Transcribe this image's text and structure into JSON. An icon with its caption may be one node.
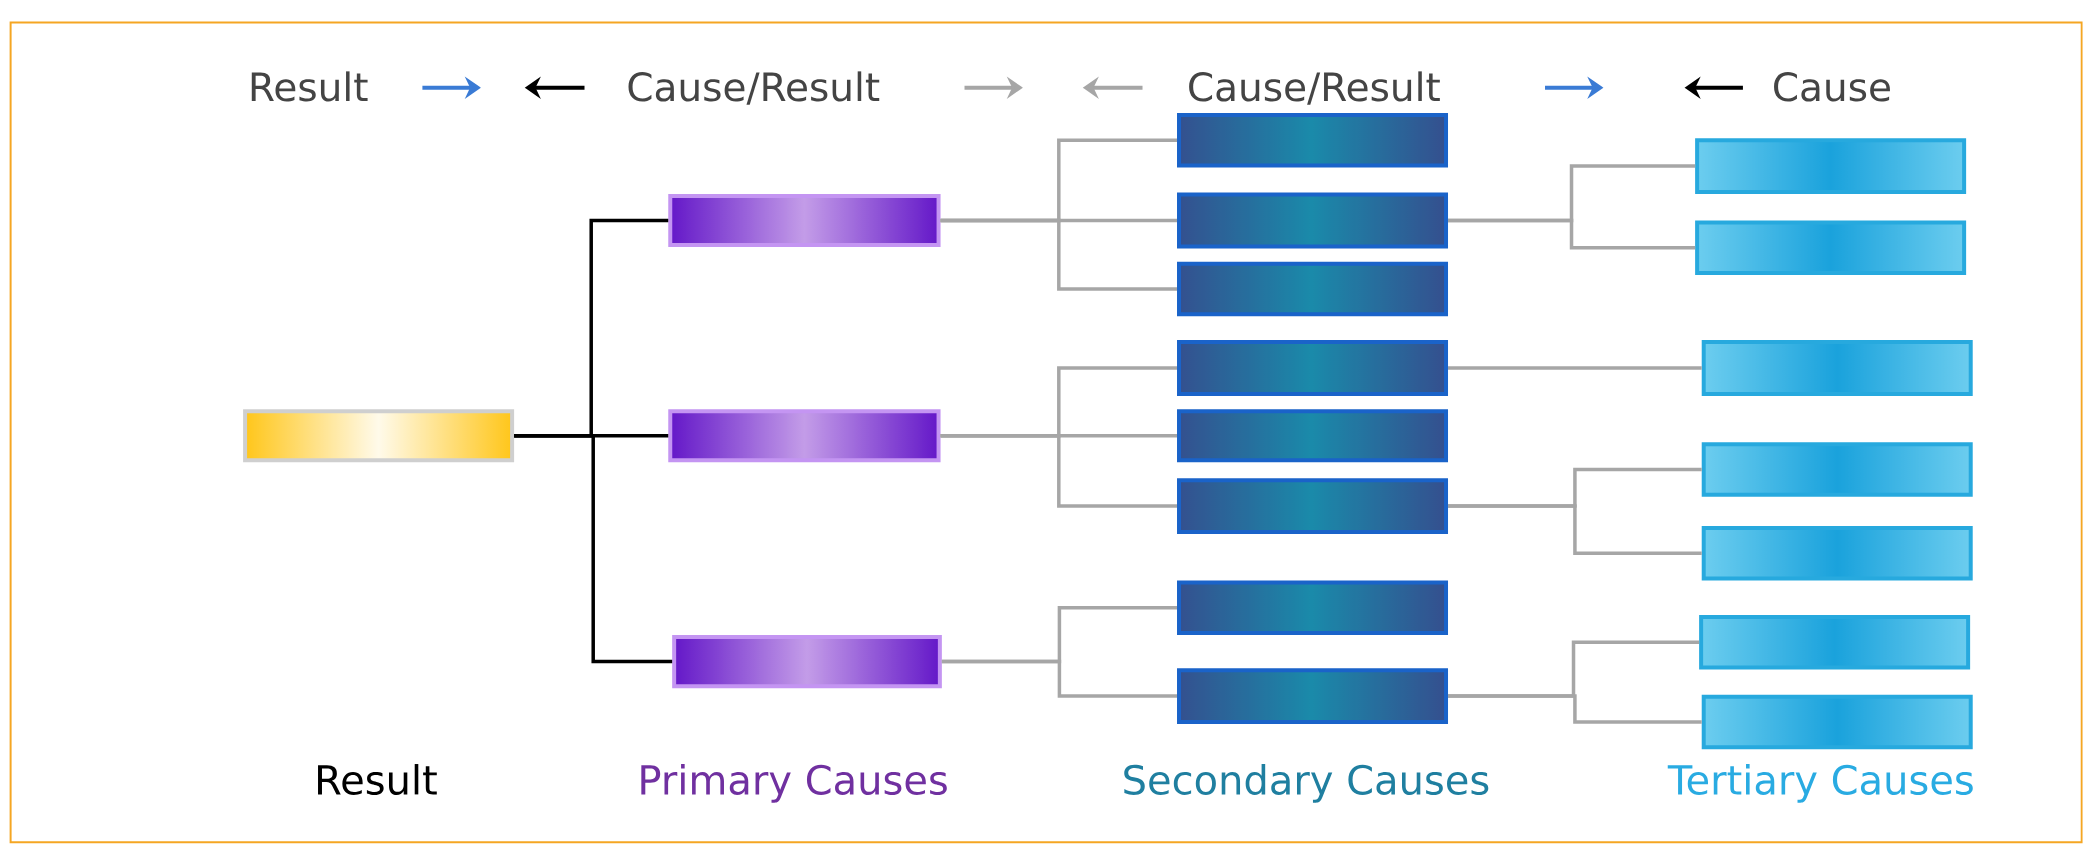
{
  "diagram": {
    "nodes": [
      {
        "text": [],
        "shape": "box"
      },
      {
        "text": [],
        "shape": "box"
      },
      {
        "text": [],
        "shape": "box"
      },
      {
        "text": [],
        "shape": "box"
      },
      {
        "text": [],
        "shape": "box"
      },
      {
        "text": [],
        "shape": "box"
      },
      {
        "text": [],
        "shape": "box"
      },
      {
        "text": [],
        "shape": "box"
      },
      {
        "text": [],
        "shape": "box"
      },
      {
        "text": [],
        "shape": "box"
      },
      {
        "text": [],
        "shape": "box"
      },
      {
        "text": [],
        "shape": "box"
      },
      {
        "text": [],
        "shape": "box"
      },
      {
        "text": [],
        "shape": "box"
      },
      {
        "text": [],
        "shape": "box"
      },
      {
        "text": [],
        "shape": "box"
      },
      {
        "text": [],
        "shape": "box"
      },
      {
        "text": [],
        "shape": "box"
      },
      {
        "text": [],
        "shape": "box"
      }
    ],
    "edges": [
      {
        "from": 0,
        "to": 1,
        "arrow": "none",
        "color": "#000000"
      },
      {
        "from": 0,
        "to": 2,
        "arrow": "none",
        "color": "#000000"
      },
      {
        "from": 0,
        "to": 3,
        "arrow": "none",
        "color": "#000000"
      },
      {
        "from": 1,
        "to": 4,
        "arrow": "none"
      },
      {
        "from": 1,
        "to": 5,
        "arrow": "none"
      },
      {
        "from": 1,
        "to": 6,
        "arrow": "none"
      },
      {
        "from": 2,
        "to": 7,
        "arrow": "none"
      },
      {
        "from": 2,
        "to": 8,
        "arrow": "none"
      },
      {
        "from": 2,
        "to": 9,
        "arrow": "none"
      },
      {
        "from": 3,
        "to": 10,
        "arrow": "none"
      },
      {
        "from": 3,
        "to": 11,
        "arrow": "none"
      },
      {
        "from": 5,
        "to": 12,
        "arrow": "none"
      },
      {
        "from": 5,
        "to": 13,
        "arrow": "none"
      },
      {
        "from": 7,
        "to": 14,
        "arrow": "none"
      },
      {
        "from": 9,
        "to": 15,
        "arrow": "none"
      },
      {
        "from": 9,
        "to": 16,
        "arrow": "none"
      },
      {
        "from": 11,
        "to": 17,
        "arrow": "none"
      },
      {
        "from": 11,
        "to": 18,
        "arrow": "none"
      }
    ],
    "labels": [
      "Result",
      "Cause/Result",
      "Cause/Result",
      "Cause",
      "Result",
      "Primary Causes",
      "Secondary Causes",
      "Tertiary Causes"
    ]
  }
}
